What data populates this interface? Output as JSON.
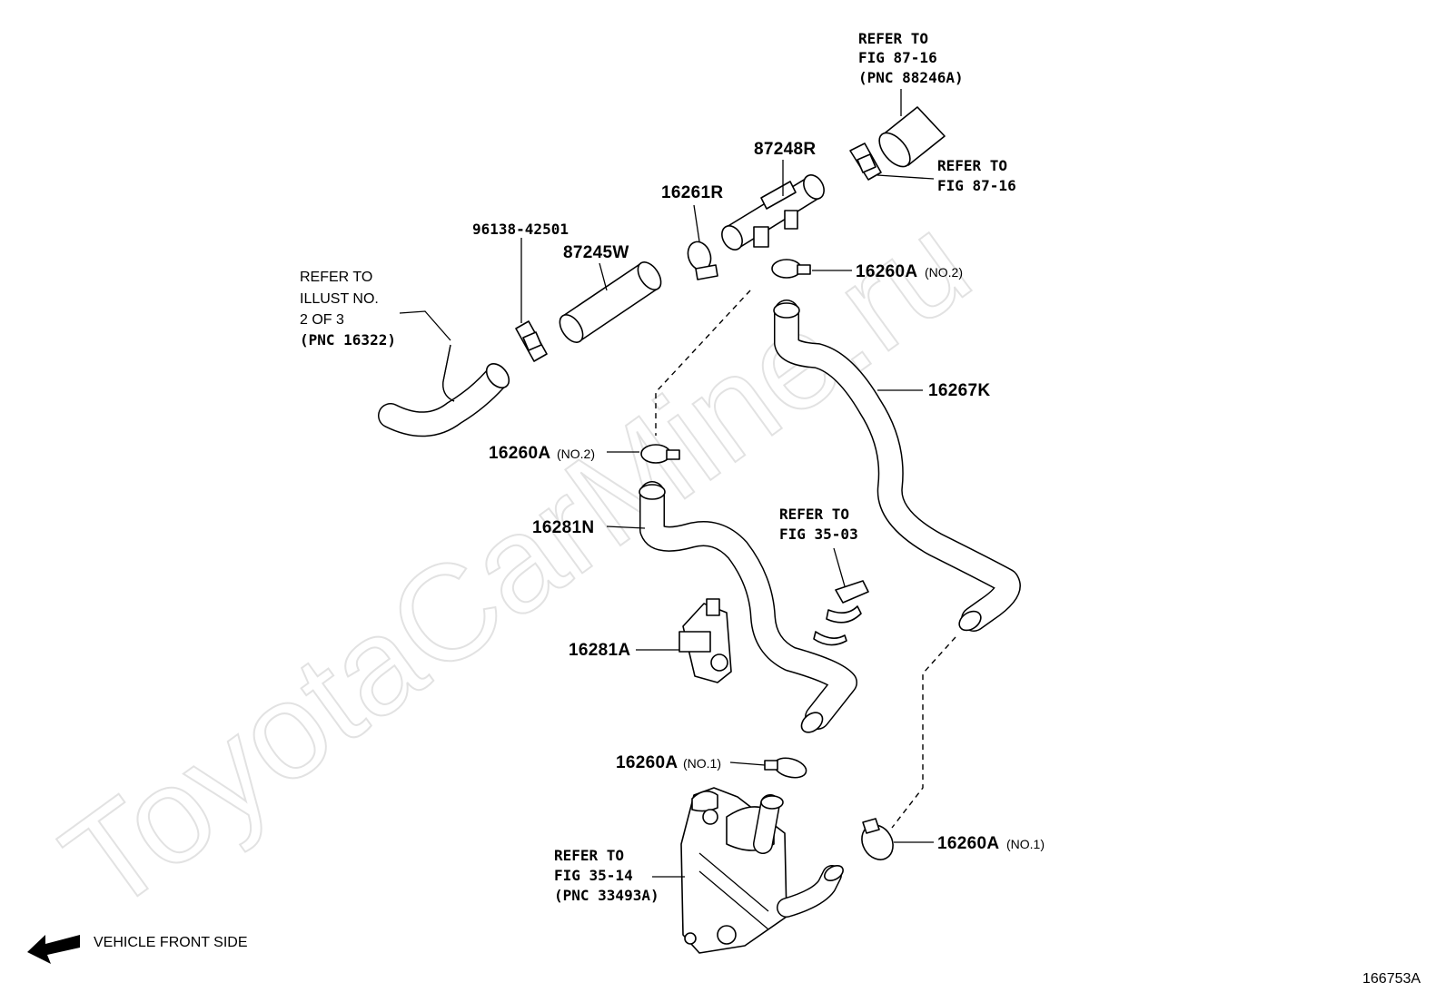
{
  "watermark": "ToyotaCarMine.ru",
  "diagram_number": "166753A",
  "direction_label": "VEHICLE FRONT SIDE",
  "parts": {
    "p87248R": "87248R",
    "p16261R": "16261R",
    "p96138": "96138-42501",
    "p87245W": "87245W",
    "p16260A_top": "16260A",
    "p16260A_top_note": "(NO.2)",
    "p16267K": "16267K",
    "p16260A_mid": "16260A",
    "p16260A_mid_note": "(NO.2)",
    "p16281N": "16281N",
    "p16281A": "16281A",
    "p16260A_low": "16260A",
    "p16260A_low_note": "(NO.1)",
    "p16260A_right": "16260A",
    "p16260A_right_note": "(NO.1)"
  },
  "refs": {
    "top": [
      "REFER TO",
      "FIG 87-16",
      "(PNC 88246A)"
    ],
    "clip_right": [
      "REFER TO",
      "FIG 87-16"
    ],
    "left": [
      "REFER TO",
      "ILLUST NO.",
      "2 OF 3",
      "(PNC 16322)"
    ],
    "mid_right": [
      "REFER TO",
      "FIG 35-03"
    ],
    "bottom": [
      "REFER TO",
      "FIG 35-14",
      "(PNC 33493A)"
    ]
  }
}
